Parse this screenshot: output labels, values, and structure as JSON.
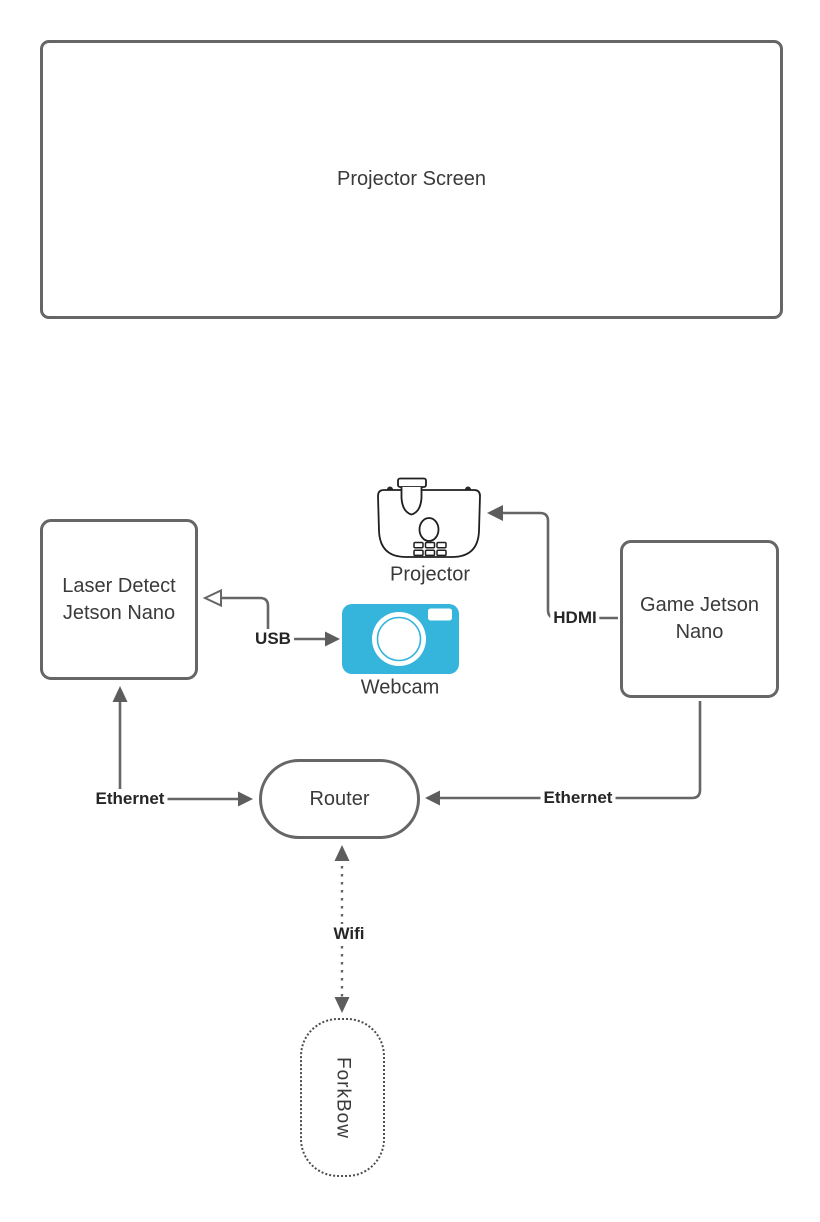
{
  "diagram": {
    "nodes": {
      "projector_screen": "Projector Screen",
      "projector": "Projector",
      "laser_jetson": "Laser Detect\nJetson Nano",
      "webcam": "Webcam",
      "game_jetson": "Game Jetson\nNano",
      "router": "Router",
      "forkbow": "ForkBow"
    },
    "edges": {
      "usb": "USB",
      "hdmi": "HDMI",
      "ethernet_left": "Ethernet",
      "ethernet_right": "Ethernet",
      "wifi": "Wifi"
    },
    "colors": {
      "connector": "#666666",
      "box_border": "#666666",
      "node_text": "#3a3a3a",
      "edge_text": "#262626",
      "webcam_blue": "#35b5dc",
      "background": "#ffffff"
    }
  }
}
